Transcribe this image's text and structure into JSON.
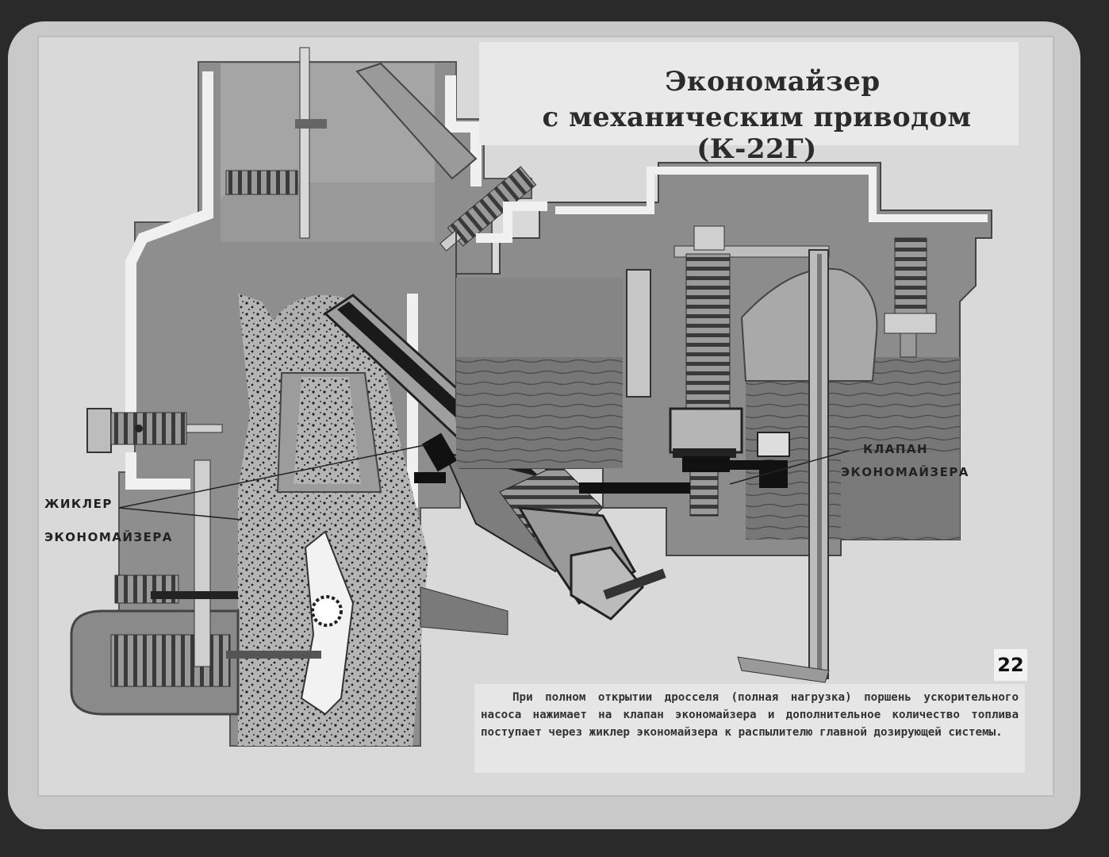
{
  "title": {
    "line1": "Экономайзер",
    "line2": "с механическим приводом (К-22Г)"
  },
  "labels": {
    "jet_line1": "ЖИКЛЕР",
    "jet_line2": "ЭКОНОМАЙЗЕРА",
    "valve_line1": "КЛАПАН",
    "valve_line2": "ЭКОНОМАЙЗЕРА"
  },
  "page_number": "22",
  "caption": "При полном открытии дросселя (полная нагрузка) поршень ускорительного насоса нажимает на клапан экономайзера и дополнительное количество топлива поступает через жиклер экономайзера к распылителю главной дозирующей системы.",
  "colors": {
    "background": "#2a2a2a",
    "slide": "#c9c9c9",
    "metal": "#8a8a8a",
    "fuel": "#6f6f6f",
    "channel": "#f0f0f0"
  }
}
